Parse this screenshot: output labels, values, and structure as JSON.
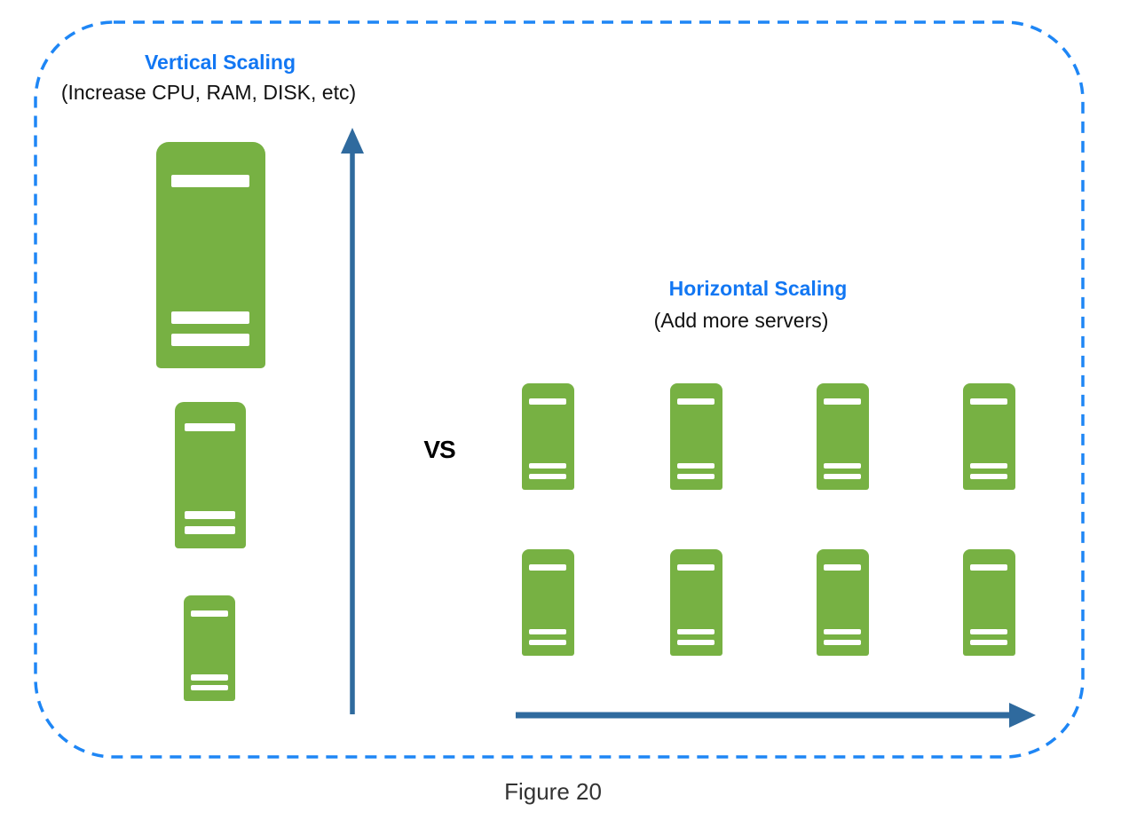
{
  "figure": {
    "caption": "Figure 20"
  },
  "vs_label": "VS",
  "vertical_section": {
    "title": "Vertical Scaling",
    "subtitle": "(Increase CPU, RAM, DISK, etc)",
    "server_sizes": [
      "large",
      "medium",
      "small"
    ],
    "server_count": 3,
    "arrow_direction": "up"
  },
  "horizontal_section": {
    "title": "Horizontal Scaling",
    "subtitle": "(Add more servers)",
    "rows": 2,
    "servers_per_row": 4,
    "server_count": 8,
    "arrow_direction": "right"
  },
  "colors": {
    "title_blue": "#1277F3",
    "border_blue": "#1E86F5",
    "arrow_blue": "#2F6A9E",
    "server_green": "#77B143"
  }
}
